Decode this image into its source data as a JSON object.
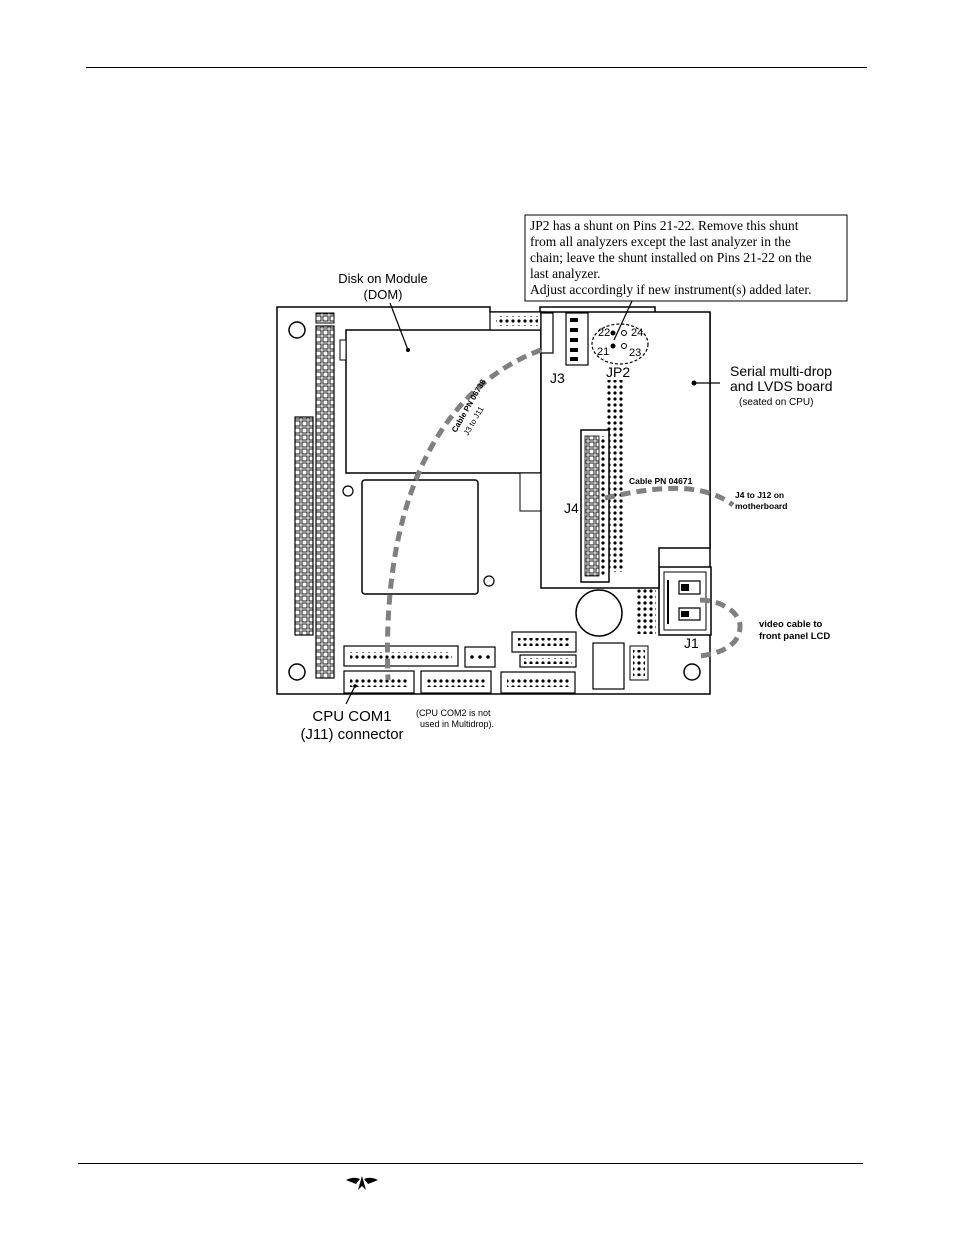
{
  "note": {
    "lines": [
      "JP2 has a shunt on Pins 21-22. Remove this shunt",
      "from all analyzers except the last analyzer in the",
      "chain; leave the shunt installed on Pins 21-22 on the",
      "last analyzer.",
      "Adjust accordingly if new instrument(s) added later."
    ]
  },
  "labels": {
    "dom_line1": "Disk on Module",
    "dom_line2": "(DOM)",
    "serial_line1": "Serial multi-drop",
    "serial_line2": "and LVDS board",
    "serial_line3": "(seated on CPU)",
    "j4_j12_line1": "J4 to J12 on",
    "j4_j12_line2": "motherboard",
    "video_line1": "video cable to",
    "video_line2": "front panel LCD",
    "cpu_com1_line1": "CPU COM1",
    "cpu_com1_line2": "(J11) connector",
    "com2_line1": "(CPU COM2 is not",
    "com2_line2": "used in Multidrop).",
    "cable_j3_line1": "Cable PN 06738",
    "cable_j3_line2": "J3 to J11",
    "cable_j4": "Cable PN 04671",
    "j3": "J3",
    "jp2": "JP2",
    "j4": "J4",
    "j1": "J1",
    "pin22": "22",
    "pin24": "24",
    "pin21": "21",
    "pin23": "23"
  },
  "footer": {
    "logo_icon": "teledyne-logo-icon"
  }
}
